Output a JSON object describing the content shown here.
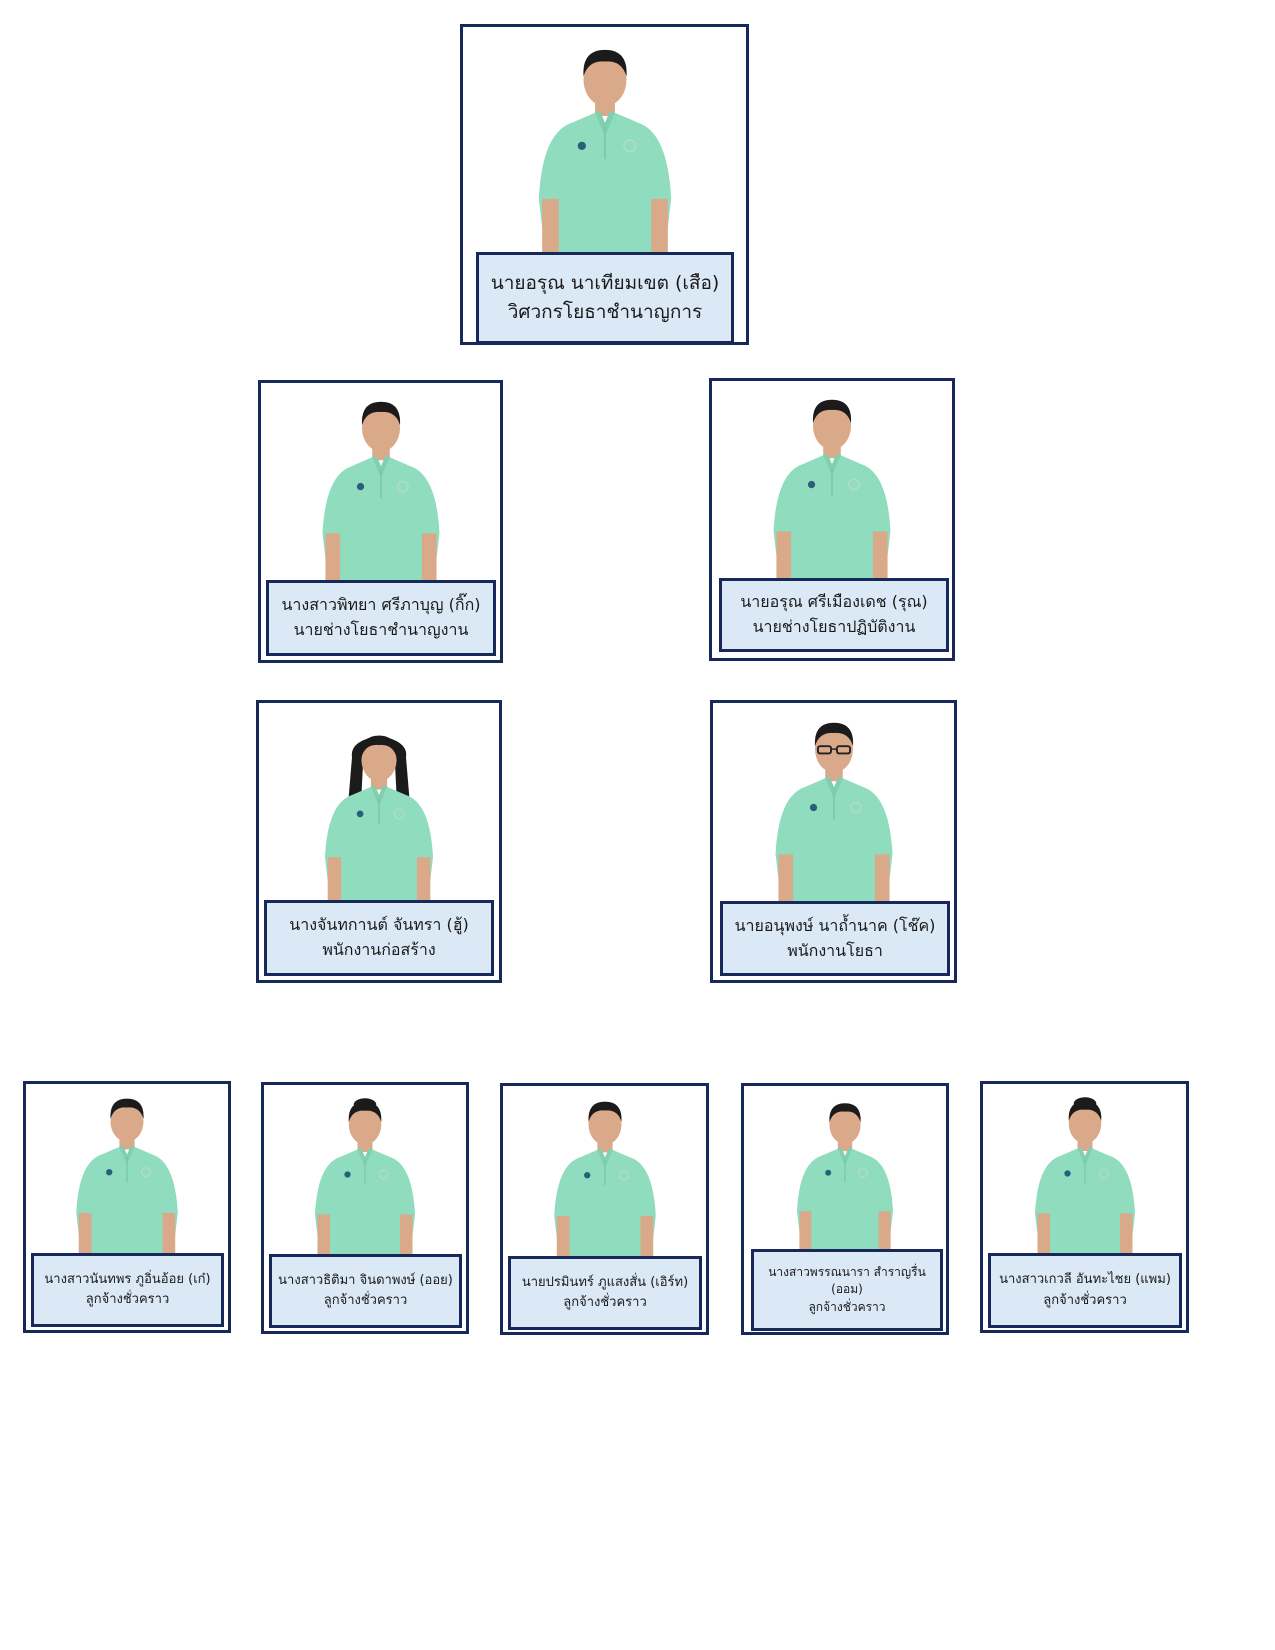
{
  "colors": {
    "frame": "#17285a",
    "label_bg": "#dbe8f6",
    "shirt": "#8fdcbf",
    "skin": "#d9a98a",
    "hair": "#1b1b1b",
    "pants": "#2f2f33"
  },
  "head": {
    "name": "นายอรุณ นาเทียมเขต (เสือ)",
    "position": "วิศวกรโยธาชำนาญการ"
  },
  "tier2": [
    {
      "name": "นางสาวพิทยา ศรีภาบุญ (กิ๊ก)",
      "position": "นายช่างโยธาชำนาญงาน"
    },
    {
      "name": "นายอรุณ ศรีเมืองเดช (รุณ)",
      "position": "นายช่างโยธาปฏิบัติงาน"
    }
  ],
  "tier3": [
    {
      "name": "นางจันทกานต์ จันทรา (ฮู้)",
      "position": "พนักงานก่อสร้าง"
    },
    {
      "name": "นายอนุพงษ์ นาถ้ำนาค (โช๊ค)",
      "position": "พนักงานโยธา"
    }
  ],
  "tier4": [
    {
      "name": "นางสาวนันทพร ภูอิ่นอ้อย (เก๋)",
      "position": "ลูกจ้างชั่วคราว"
    },
    {
      "name": "นางสาวธิติมา จินดาพงษ์ (ออย)",
      "position": "ลูกจ้างชั่วคราว"
    },
    {
      "name": "นายปรมินทร์ ภูแสงสั่น (เอิร์ท)",
      "position": "ลูกจ้างชั่วคราว"
    },
    {
      "name": "นางสาวพรรณนารา สำราญรื่น",
      "nickname": "(ออม)",
      "position": "ลูกจ้างชั่วคราว"
    },
    {
      "name": "นางสาวเกวลี อันทะไชย (แพม)",
      "position": "ลูกจ้างชั่วคราว"
    }
  ]
}
